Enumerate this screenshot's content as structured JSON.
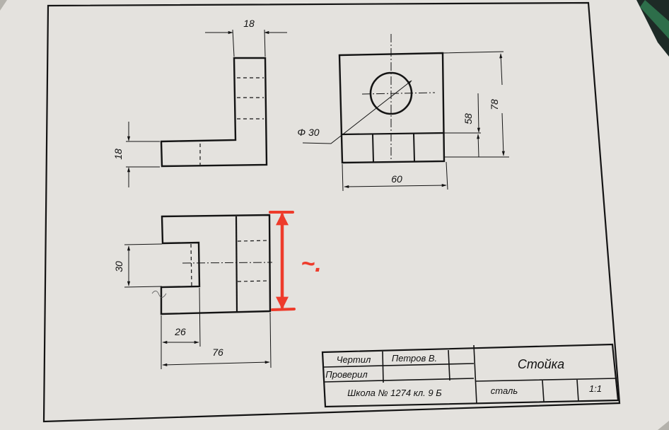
{
  "colors": {
    "paper": "#e4e2de",
    "paper_shadow": "#c9c7c2",
    "line": "#141414",
    "red_mark": "#ee3b2b",
    "desk": "#b4b2ac"
  },
  "views": {
    "side": {
      "dims": {
        "width_top": "18",
        "height_left": "18"
      }
    },
    "top": {
      "dims": {
        "diameter": "Φ 30",
        "inner_height": "58",
        "total_height": "78",
        "width": "60"
      }
    },
    "front": {
      "dims": {
        "slot_height": "30",
        "slot_width": "26",
        "total_width": "76"
      },
      "annotation": "~."
    }
  },
  "title_block": {
    "drawn_label": "Чертил",
    "drawn_name": "Петров В.",
    "checked_label": "Проверил",
    "part_name": "Стойка",
    "school": "Школа № 1274 кл. 9 Б",
    "material": "сталь",
    "scale": "1:1"
  }
}
